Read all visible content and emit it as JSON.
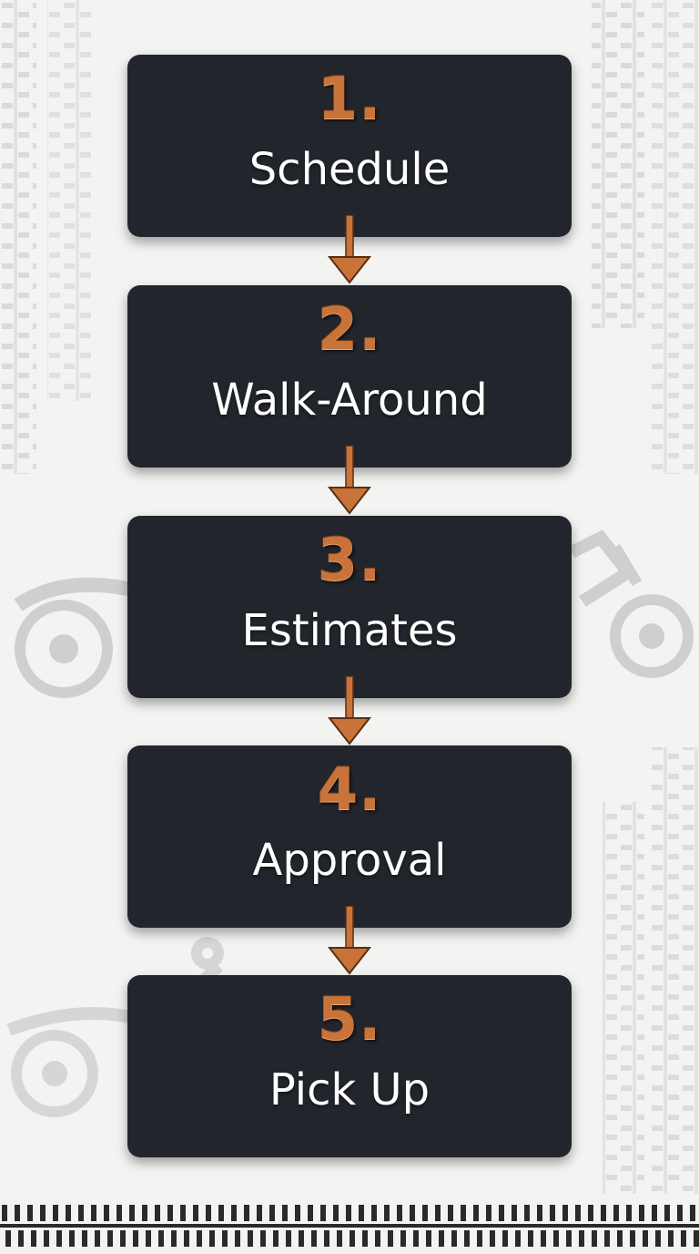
{
  "colors": {
    "background": "#f3f3f2",
    "card": "#22262c",
    "number_accent": "#c8733a",
    "label_text": "#ffffff",
    "arrow": "#c8733a",
    "watermark": "#c9c9c9"
  },
  "steps": [
    {
      "number": "1.",
      "label": "Schedule"
    },
    {
      "number": "2.",
      "label": "Walk-Around"
    },
    {
      "number": "3.",
      "label": "Estimates"
    },
    {
      "number": "4.",
      "label": "Approval"
    },
    {
      "number": "5.",
      "label": "Pick Up"
    }
  ],
  "decorations": {
    "watermark_icons": [
      "tire-tread-icon",
      "motorcycle-icon"
    ],
    "connector_icon": "down-arrow-icon"
  }
}
